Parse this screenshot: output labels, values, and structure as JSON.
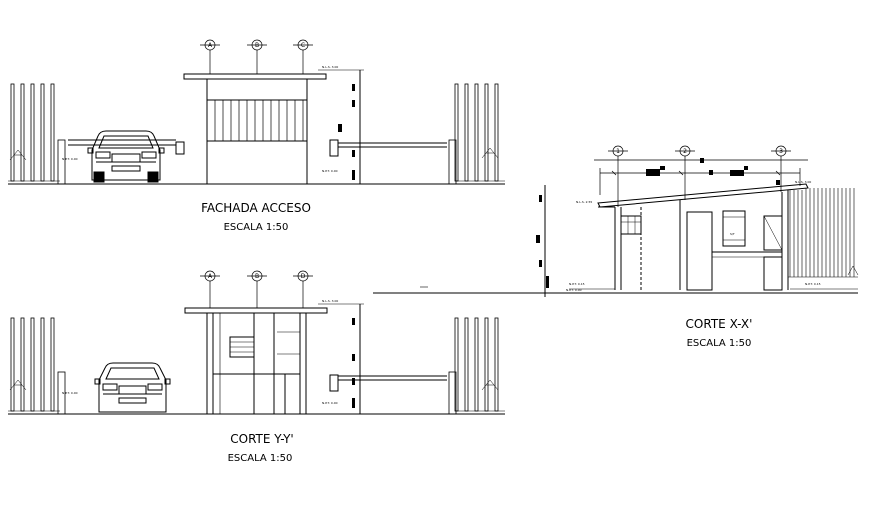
{
  "views": {
    "fachada": {
      "title": "FACHADA ACCESO",
      "scale": "ESCALA 1:50",
      "axes": [
        "A",
        "B",
        "C"
      ]
    },
    "corte_yy": {
      "title": "CORTE Y-Y'",
      "scale": "ESCALA 1:50",
      "axes": [
        "A",
        "B",
        "D"
      ]
    },
    "corte_xx": {
      "title": "CORTE X-X'",
      "scale": "ESCALA 1:50",
      "axes": [
        "1",
        "2",
        "3"
      ]
    }
  }
}
